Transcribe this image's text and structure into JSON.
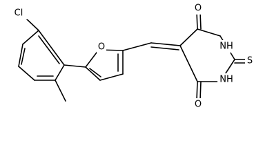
{
  "molecule": {
    "atoms": {
      "cl": "Cl",
      "o_furan": "O",
      "o_carbonyl_top": "O",
      "nh_top": "NH",
      "s_thione": "S",
      "nh_bottom": "NH",
      "o_carbonyl_bottom": "O"
    },
    "colors": {
      "bond": "#000000",
      "label": "#000000",
      "background": "#ffffff"
    }
  }
}
